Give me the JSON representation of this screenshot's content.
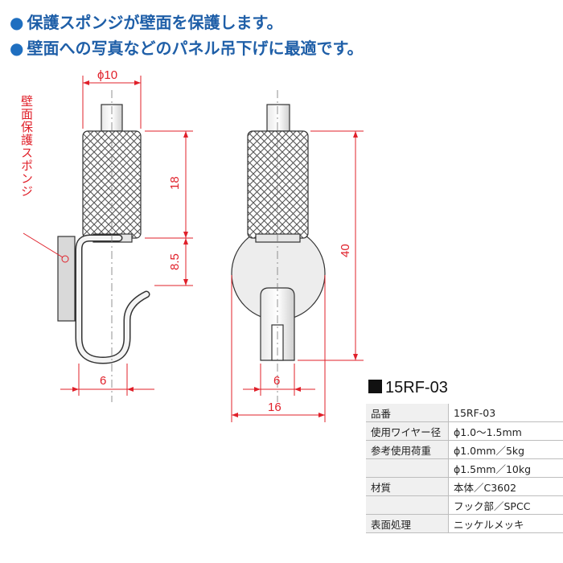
{
  "bullets": [
    "保護スポンジが壁面を保護します。",
    "壁面への写真などのパネル吊下げに最適です。"
  ],
  "drawing": {
    "sponge_label": "壁面保護スポンジ",
    "dimensions": {
      "diameter": "ϕ10",
      "knurl_height": "18",
      "hook_height": "8.5",
      "hook_gap": "6",
      "front_slot": "6",
      "front_width": "16",
      "total_height": "40"
    }
  },
  "spec": {
    "title": "15RF-03",
    "rows": [
      {
        "key": "品番",
        "value": "15RF-03"
      },
      {
        "key": "使用ワイヤー径",
        "value": "ϕ1.0〜1.5mm"
      },
      {
        "key": "参考使用荷重",
        "value": "ϕ1.0mm／5kg"
      },
      {
        "key": "",
        "value": "ϕ1.5mm／10kg"
      },
      {
        "key": "材質",
        "value": "本体／C3602"
      },
      {
        "key": "",
        "value": "フック部／SPCC"
      },
      {
        "key": "表面処理",
        "value": "ニッケルメッキ"
      }
    ]
  }
}
